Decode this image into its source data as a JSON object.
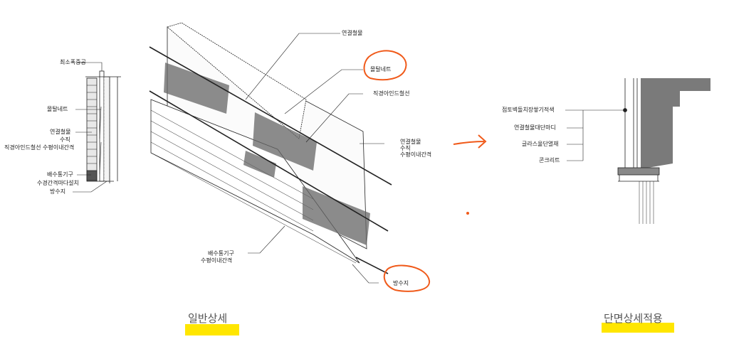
{
  "left_section": {
    "labels": {
      "min_cavity": "최소폭중공",
      "mortar_net": "몰탈네트",
      "connector": "연결철물",
      "vertical": "수직",
      "wire_spacing": "직경아인드철선 수평이내간격",
      "weep_vent": "배수통기구",
      "weep_spacing": "수경간격마다설치",
      "waterproof": "방수지"
    }
  },
  "iso_view": {
    "labels": {
      "connector": "연결철물",
      "mortar_net": "몰탈네트",
      "wire": "직경아인드철선",
      "connector_side": "연결철물",
      "vertical": "수직",
      "horizontal_spacing": "수평이내간격",
      "weep_vent": "배수통기구",
      "weep_spacing": "수평이내간격",
      "waterproof": "방수지"
    },
    "title": "일반상세"
  },
  "section_view": {
    "labels": [
      "점토벽돌치장쌓기적색",
      "연결철물대단마디",
      "글라스울단열재",
      "콘크리트"
    ],
    "title": "단면상세적용"
  },
  "colors": {
    "annotation": "#f05a1a",
    "highlight": "#ffe600",
    "concrete": "#7a7a7a"
  }
}
